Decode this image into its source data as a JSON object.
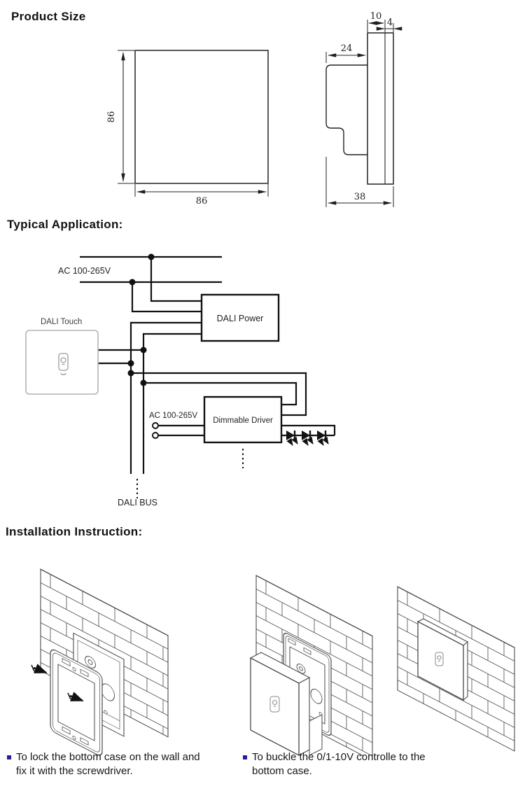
{
  "product_size": {
    "title": "Product Size",
    "front": {
      "height": "86",
      "width": "86"
    },
    "side": {
      "body_depth": "24",
      "frame": "10",
      "glass": "4",
      "total": "38"
    }
  },
  "application": {
    "title": "Typical Application:",
    "ac_input": "AC 100-265V",
    "touch_label": "DALI Touch",
    "power_label": "DALI Power",
    "driver_ac": "AC 100-265V",
    "driver_label": "Dimmable Driver",
    "bus_label": "DALI BUS"
  },
  "installation": {
    "title": "Installation Instruction:",
    "steps": [
      {
        "lines": [
          "To lock the bottom case on the wall and",
          "fix it with the screwdriver."
        ]
      },
      {
        "lines": [
          "To buckle the 0/1-10V controlle to the",
          "bottom case."
        ]
      }
    ]
  },
  "colors": {
    "ink": "#1f1f1f",
    "panel_outline": "#b3b3b3",
    "bullet": "#20209a"
  }
}
